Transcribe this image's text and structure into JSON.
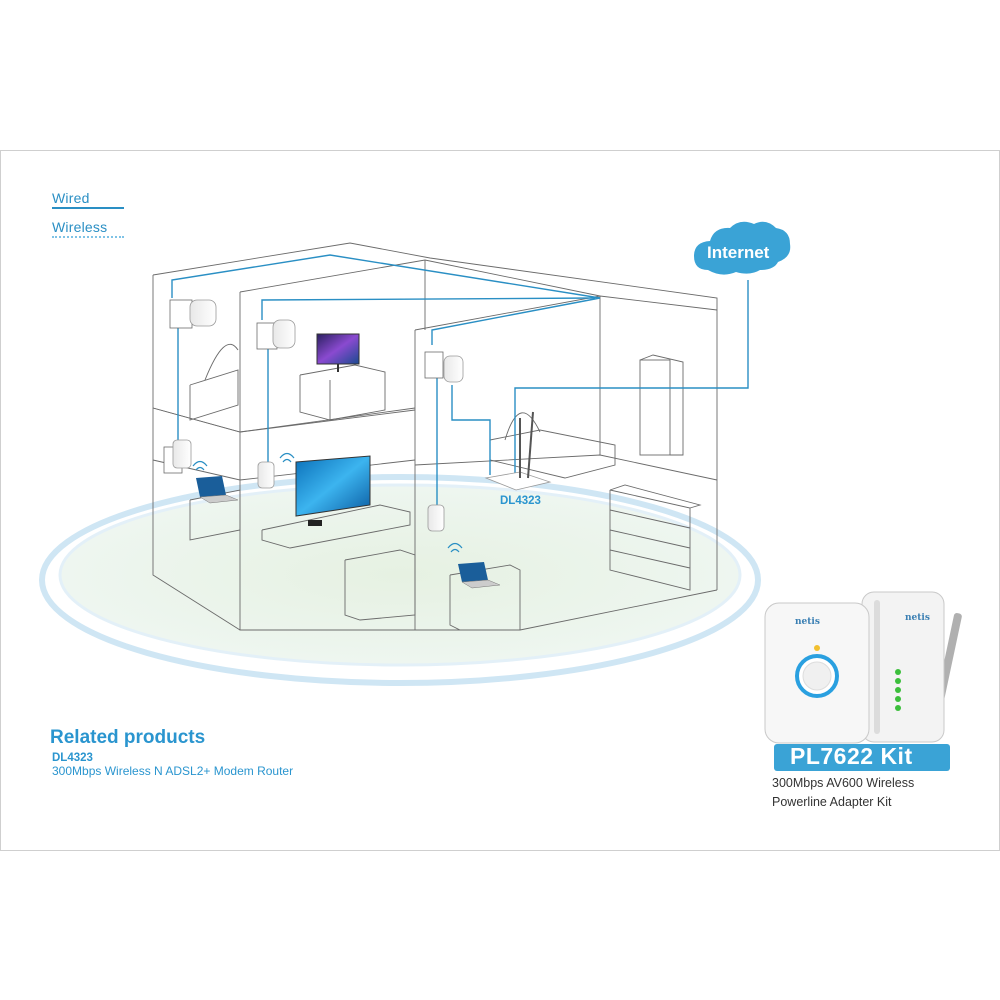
{
  "legend": {
    "wired_label": "Wired",
    "wireless_label": "Wireless"
  },
  "internet": {
    "label": "Internet"
  },
  "router": {
    "label": "DL4323"
  },
  "related_products": {
    "title": "Related products",
    "model": "DL4323",
    "description": "300Mbps Wireless N ADSL2+ Modem Router"
  },
  "kit": {
    "title": "PL7622 Kit",
    "description_line1": "300Mbps AV600 Wireless",
    "description_line2": "Powerline Adapter Kit",
    "brand": "netis"
  },
  "colors": {
    "wired": "#2a8fc4",
    "wireless": "#7fc3e6",
    "cloud": "#3aa3d6",
    "floor_tint": "#e9f3e6",
    "house_lines": "#6b6b6b"
  }
}
